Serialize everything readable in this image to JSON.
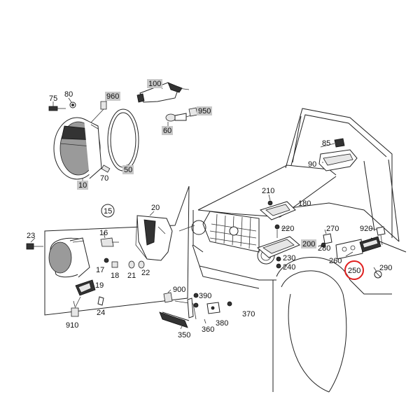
{
  "labels": {
    "l75": "75",
    "l80": "80",
    "l960": "960",
    "l100": "100",
    "l950": "950",
    "l60": "60",
    "l50": "50",
    "l70": "70",
    "l10": "10",
    "l85": "85",
    "l90": "90",
    "l15": "15",
    "l20": "20",
    "l23": "23",
    "l16": "16",
    "l17": "17",
    "l18": "18",
    "l21": "21",
    "l22": "22",
    "l19": "19",
    "l24": "24",
    "l910": "910",
    "l210": "210",
    "l180": "180",
    "l220": "220",
    "l200": "200",
    "l230": "230",
    "l240": "240",
    "l270": "270",
    "l920": "920",
    "l280": "280",
    "l260": "260",
    "l250": "250",
    "l290": "290",
    "l900": "900",
    "l390": "390",
    "l370": "370",
    "l380": "380",
    "l360": "360",
    "l350": "350"
  },
  "highlight": {
    "color": "#e02020",
    "label_key": "l250"
  },
  "box_color": "#c8c8c8"
}
